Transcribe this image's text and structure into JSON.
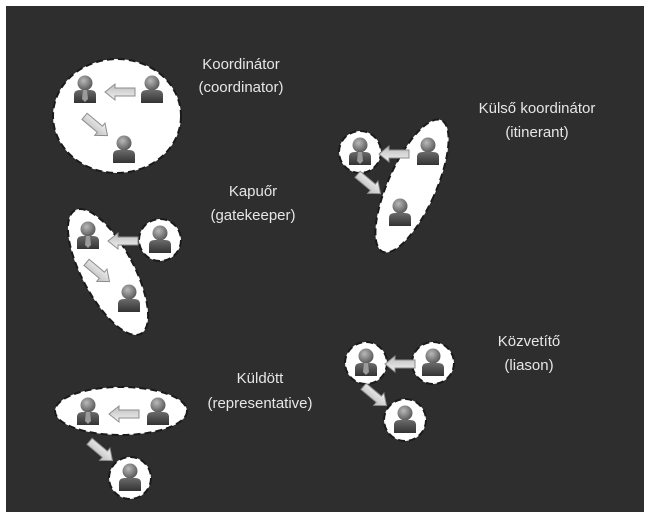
{
  "roles": [
    {
      "id": "coordinator",
      "title": "Koordinátor",
      "subtitle": "(coordinator)"
    },
    {
      "id": "itinerant",
      "title": "Külső koordinátor",
      "subtitle": "(itinerant)"
    },
    {
      "id": "gatekeeper",
      "title": "Kapuőr",
      "subtitle": "(gatekeeper)"
    },
    {
      "id": "liaison",
      "title": "Közvetítő",
      "subtitle": "(liason)"
    },
    {
      "id": "representative",
      "title": "Küldött",
      "subtitle": "(representative)"
    }
  ],
  "colors": {
    "background": "#2e2e2e",
    "bubble": "#ffffff",
    "person": "#4a4a4a",
    "arrow_fill": "#d8d8d8",
    "text": "#e6e6e6"
  }
}
